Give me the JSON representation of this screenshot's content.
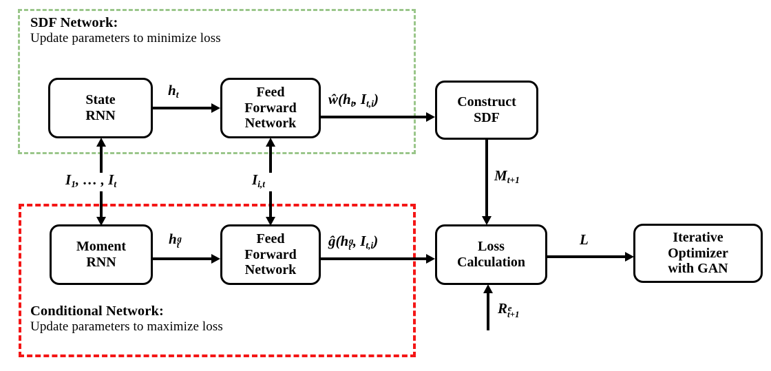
{
  "figure": {
    "title": "Adversarial SDF / Conditional network training diagram"
  },
  "groups": {
    "sdf": {
      "title": "SDF Network:",
      "subtitle": "Update parameters to minimize loss",
      "border_color": "#9ac68a"
    },
    "conditional": {
      "title": "Conditional Network:",
      "subtitle": "Update parameters to maximize loss",
      "border_color": "#f41616"
    }
  },
  "nodes": {
    "state_rnn": {
      "line1": "State",
      "line2": "RNN"
    },
    "ffn_top": {
      "line1": "Feed",
      "line2": "Forward",
      "line3": "Network"
    },
    "construct": {
      "line1": "Construct",
      "line2": "SDF"
    },
    "moment_rnn": {
      "line1": "Moment",
      "line2": "RNN"
    },
    "ffn_bottom": {
      "line1": "Feed",
      "line2": "Forward",
      "line3": "Network"
    },
    "loss": {
      "line1": "Loss",
      "line2": "Calculation"
    },
    "optimizer": {
      "line1": "Iterative",
      "line2": "Optimizer",
      "line3": "with GAN"
    }
  },
  "edge_labels": {
    "h_t": {
      "base": "h",
      "sub": "t"
    },
    "w_hat": {
      "text": "ŵ(h",
      "sub1": "t",
      "mid": ", I",
      "sub2": "t,i",
      "close": ")"
    },
    "m_next": {
      "base": "M",
      "sub": "t+1"
    },
    "i_series": {
      "text": "I",
      "sub1": "1",
      "mid": ", … , I",
      "sub2": "t"
    },
    "i_it": {
      "base": "I",
      "sub": "i,t"
    },
    "h_t_g": {
      "base": "h",
      "sup": "g",
      "sub": "t"
    },
    "g_hat": {
      "text": "ĝ(h",
      "sup": "g",
      "sub": "t",
      "mid": ", I",
      "sub2": "t,i",
      "close": ")"
    },
    "loss_L": {
      "base": "L"
    },
    "r_next": {
      "base": "R",
      "sup": "e",
      "sub": "t+1"
    }
  }
}
